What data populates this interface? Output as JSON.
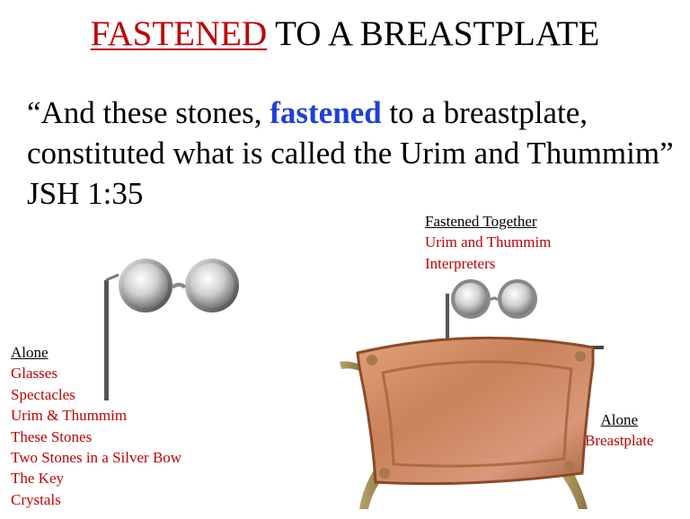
{
  "title": {
    "highlight": "FASTENED",
    "rest": " TO A BREASTPLATE"
  },
  "quote": {
    "part1": "“And these stones, ",
    "highlight": "fastened",
    "part2": " to a breastplate, constituted what is called the Urim and Thummim” JSH 1:35"
  },
  "left_list": {
    "heading": "Alone",
    "items": [
      "Glasses",
      "Spectacles",
      "Urim & Thummim",
      "These Stones",
      "Two Stones in a Silver Bow",
      "The Key",
      "Crystals"
    ]
  },
  "top_list": {
    "heading": "Fastened Together",
    "items": [
      "Urim and Thummim",
      "Interpreters"
    ]
  },
  "right_list": {
    "heading": "Alone",
    "items": [
      "Breastplate"
    ]
  },
  "colors": {
    "red": "#c00000",
    "blue": "#1f3fd6",
    "copper": "#c9825a"
  }
}
